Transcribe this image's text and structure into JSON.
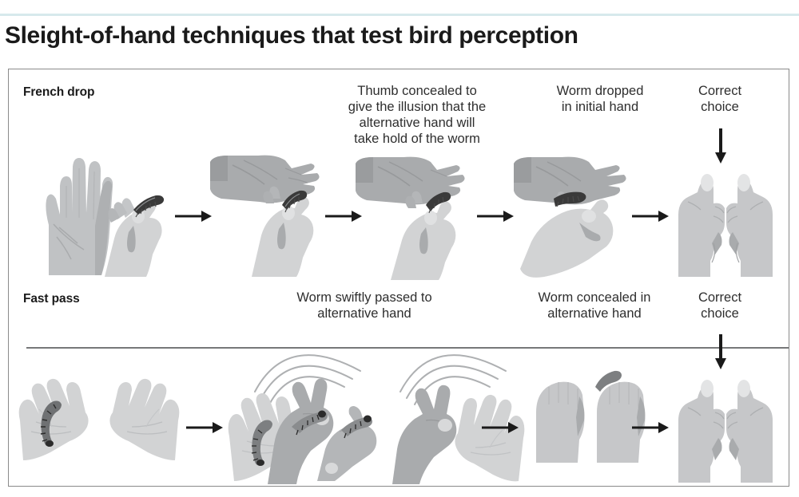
{
  "header": {
    "title": "Sleight-of-hand techniques that test bird perception",
    "rule_color": "#d7e9ec"
  },
  "palette": {
    "hand_light": "#d2d3d4",
    "hand_mid": "#c0c2c4",
    "hand_dark": "#a9abad",
    "hand_darker": "#97999b",
    "worm_dark": "#2b2b2b",
    "worm_mid": "#6f7173",
    "line": "#8a8a8a",
    "arrow": "#1a1a1a",
    "text": "#2e2e2e"
  },
  "rows": [
    {
      "id": "french-drop",
      "label": "French drop",
      "steps": [
        {
          "id": "fd-step-1",
          "caption": ""
        },
        {
          "id": "fd-step-2",
          "caption": "Thumb concealed to give the illusion that the alternative hand will take hold of the worm",
          "caption_lines": [
            "Thumb concealed to",
            "give the illusion that the",
            "alternative hand will",
            "take hold of the worm"
          ]
        },
        {
          "id": "fd-step-3",
          "caption": ""
        },
        {
          "id": "fd-step-4",
          "caption": "Worm dropped in initial hand",
          "caption_lines": [
            "Worm dropped",
            "in initial hand"
          ]
        },
        {
          "id": "fd-step-5",
          "caption": "Correct choice",
          "caption_lines": [
            "Correct",
            "choice"
          ]
        }
      ],
      "arrow_count": 4,
      "down_arrow": true
    },
    {
      "id": "fast-pass",
      "label": "Fast pass",
      "steps": [
        {
          "id": "fp-step-1",
          "caption": ""
        },
        {
          "id": "fp-step-2",
          "caption": "Worm swiftly passed to alternative hand",
          "caption_lines": [
            "Worm swiftly passed to",
            "alternative hand"
          ]
        },
        {
          "id": "fp-step-3",
          "caption": ""
        },
        {
          "id": "fp-step-4",
          "caption": "Worm concealed in alternative hand",
          "caption_lines": [
            "Worm concealed in",
            "alternative hand"
          ]
        },
        {
          "id": "fp-step-5",
          "caption": "Correct choice",
          "caption_lines": [
            "Correct",
            "choice"
          ]
        }
      ],
      "arrow_count": 3,
      "down_arrow": true
    }
  ],
  "captions": {
    "fd2_l1": "Thumb concealed to",
    "fd2_l2": "give the illusion that the",
    "fd2_l3": "alternative hand will",
    "fd2_l4": "take hold of the worm",
    "fd4_l1": "Worm dropped",
    "fd4_l2": "in initial hand",
    "fd5_l1": "Correct",
    "fd5_l2": "choice",
    "fp2_l1": "Worm swiftly passed to",
    "fp2_l2": "alternative hand",
    "fp4_l1": "Worm concealed in",
    "fp4_l2": "alternative hand",
    "fp5_l1": "Correct",
    "fp5_l2": "choice"
  }
}
